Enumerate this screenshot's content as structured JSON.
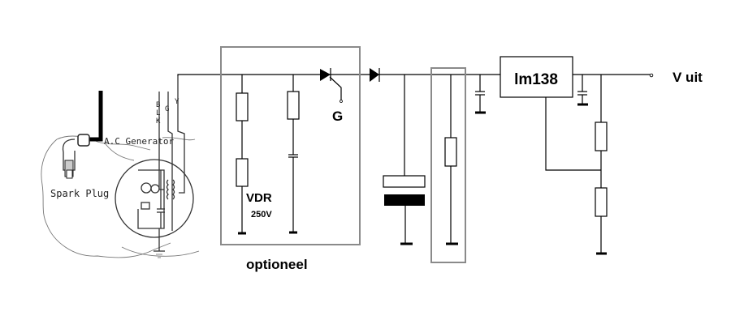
{
  "diagram": {
    "type": "circuit-schematic",
    "generator_section": {
      "spark_plug_label": "Spark Plug",
      "generator_label": "A.C Generator",
      "wire_labels": [
        "B",
        "L",
        "K",
        "G",
        "Y"
      ]
    },
    "optional_section": {
      "caption": "optioneel",
      "vdr_label": "VDR",
      "vdr_rating": "250V",
      "thyristor_gate_label": "G"
    },
    "regulator": {
      "ic_label": "lm138"
    },
    "output": {
      "label": "V uit"
    },
    "colors": {
      "wire": "#000000",
      "highlight_box": "#8a8a8a",
      "background": "#ffffff"
    }
  }
}
